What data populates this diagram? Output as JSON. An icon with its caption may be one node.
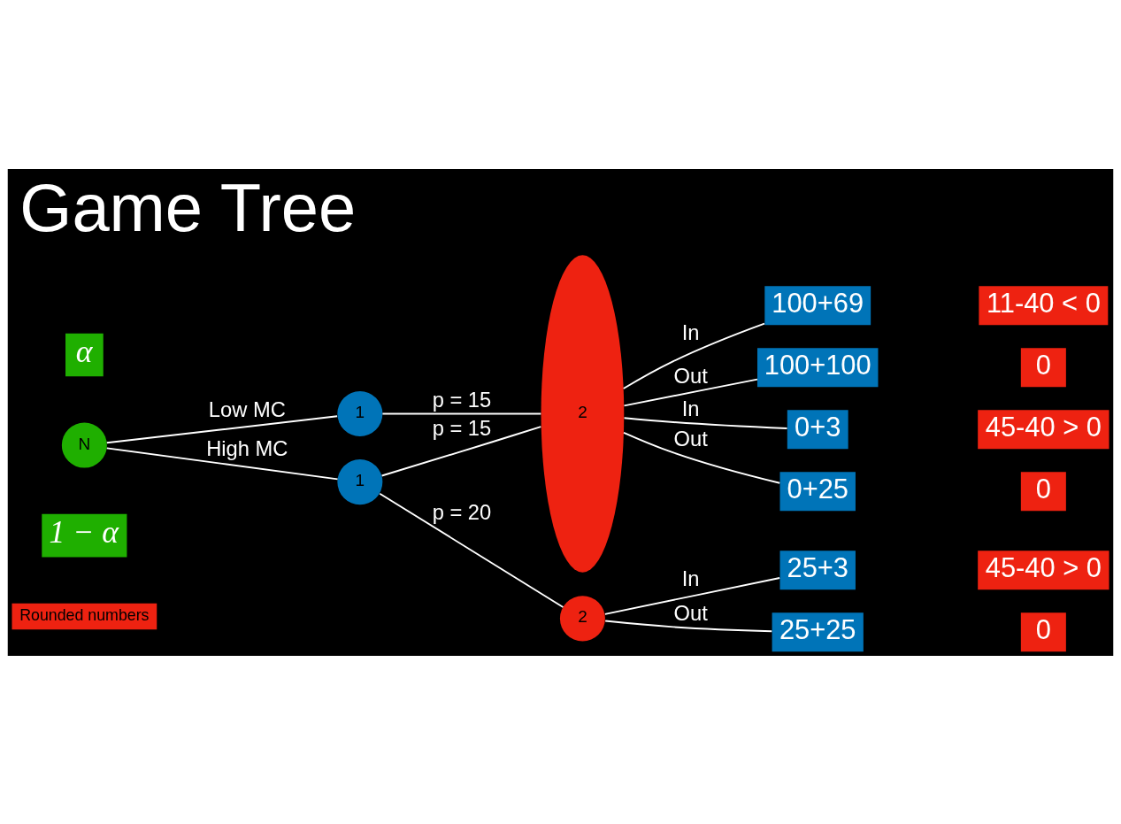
{
  "diagram": {
    "title": "Game Tree",
    "nodes": [
      {
        "text": [
          "N"
        ]
      },
      {
        "text": [
          "α"
        ]
      },
      {
        "text": [
          "1 − α"
        ]
      },
      {
        "text": [
          "1"
        ]
      },
      {
        "text": [
          "1"
        ]
      },
      {
        "text": [
          "2"
        ]
      },
      {
        "text": [
          "2"
        ]
      },
      {
        "text": [
          "100+69"
        ]
      },
      {
        "text": [
          "11-40 < 0"
        ]
      },
      {
        "text": [
          "100+100"
        ]
      },
      {
        "text": [
          "0"
        ]
      },
      {
        "text": [
          "0+3"
        ]
      },
      {
        "text": [
          "45-40 > 0"
        ]
      },
      {
        "text": [
          "0+25"
        ]
      },
      {
        "text": [
          "0"
        ]
      },
      {
        "text": [
          "25+3"
        ]
      },
      {
        "text": [
          "45-40 > 0"
        ]
      },
      {
        "text": [
          "25+25"
        ]
      },
      {
        "text": [
          "0"
        ]
      },
      {
        "text": [
          "Rounded numbers"
        ]
      }
    ],
    "edges": [
      {
        "from": 0,
        "to": 3,
        "arrow": "none",
        "label": "Low MC"
      },
      {
        "from": 0,
        "to": 4,
        "arrow": "none",
        "label": "High MC"
      },
      {
        "from": 3,
        "to": 5,
        "arrow": "none",
        "label": "p = 15"
      },
      {
        "from": 4,
        "to": 5,
        "arrow": "none",
        "label": "p = 15"
      },
      {
        "from": 4,
        "to": 6,
        "arrow": "none",
        "label": "p = 20"
      },
      {
        "from": 5,
        "to": 7,
        "arrow": "none",
        "label": "In"
      },
      {
        "from": 5,
        "to": 9,
        "arrow": "none",
        "label": "Out"
      },
      {
        "from": 5,
        "to": 11,
        "arrow": "none",
        "label": "In"
      },
      {
        "from": 5,
        "to": 13,
        "arrow": "none",
        "label": "Out"
      },
      {
        "from": 6,
        "to": 15,
        "arrow": "none",
        "label": "In"
      },
      {
        "from": 6,
        "to": 17,
        "arrow": "none",
        "label": "Out"
      }
    ]
  }
}
